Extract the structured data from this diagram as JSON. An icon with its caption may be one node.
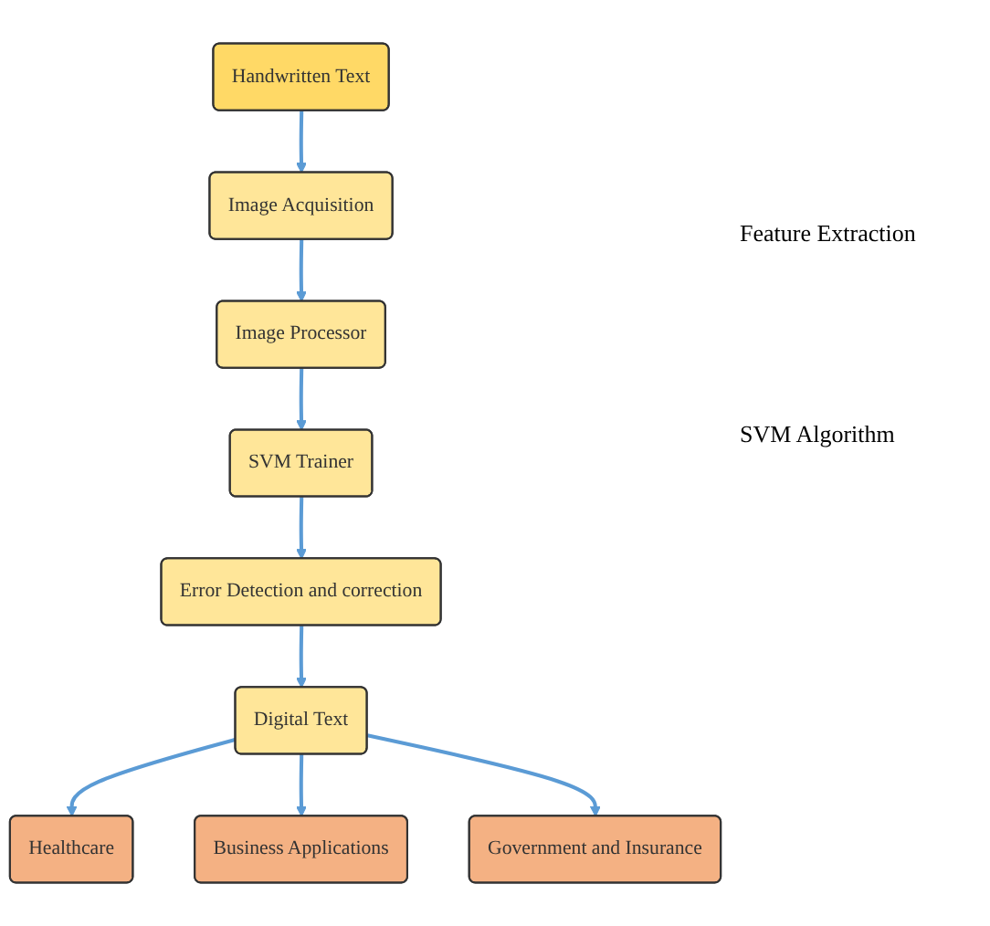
{
  "diagram": {
    "nodes": [
      {
        "text": [
          "Handwritten Text"
        ]
      },
      {
        "text": [
          "Image Acquisition"
        ]
      },
      {
        "text": [
          "Image Processor"
        ]
      },
      {
        "text": [
          "SVM Trainer"
        ]
      },
      {
        "text": [
          "Error Detection and correction"
        ]
      },
      {
        "text": [
          "Digital Text"
        ]
      },
      {
        "text": [
          "Healthcare"
        ]
      },
      {
        "text": [
          "Business Applications"
        ]
      },
      {
        "text": [
          "Government and Insurance"
        ]
      }
    ],
    "edges": [
      {
        "from": 0,
        "to": 1,
        "arrow": "to"
      },
      {
        "from": 1,
        "to": 2,
        "arrow": "to"
      },
      {
        "from": 2,
        "to": 3,
        "arrow": "to"
      },
      {
        "from": 3,
        "to": 4,
        "arrow": "to"
      },
      {
        "from": 4,
        "to": 5,
        "arrow": "to"
      },
      {
        "from": 5,
        "to": 6,
        "arrow": "to"
      },
      {
        "from": 5,
        "to": 7,
        "arrow": "to"
      },
      {
        "from": 5,
        "to": 8,
        "arrow": "to"
      }
    ],
    "labels": [
      "Feature Extraction",
      "SVM Algorithm"
    ]
  }
}
